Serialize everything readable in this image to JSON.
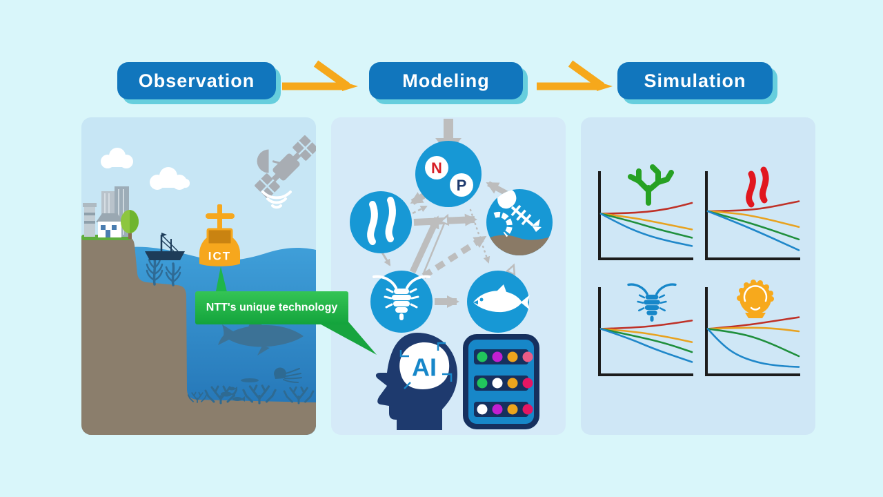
{
  "flow": {
    "steps": [
      {
        "label": "Observation"
      },
      {
        "label": "Modeling"
      },
      {
        "label": "Simulation"
      }
    ],
    "arrow_color": "#f6a81b",
    "step_fill": "#1176bd",
    "step_shadow": "#66cedd"
  },
  "observation": {
    "callout_text": "NTT's unique technology",
    "buoy_label": "ICT",
    "icons": [
      "satellite-icon",
      "wifi-waves-icon",
      "city-buildings-icon",
      "house-icon",
      "tree-icon",
      "factory-chimney-icon",
      "fishing-boat-icon",
      "ict-buoy-icon",
      "shark-icon",
      "jellyfish-icon",
      "fish-school-icon",
      "seaweed-icon",
      "seafloor-coral-icon",
      "cloud-icon"
    ]
  },
  "modeling": {
    "n_label": "N",
    "p_label": "P",
    "n_color": "#d61e26",
    "p_color": "#1e3a6e",
    "ai_label": "AI",
    "node_fill": "#1798d5",
    "link_color": "#bdbdbd",
    "nodes": [
      "nutrients",
      "phytoplankton",
      "detritus",
      "zooplankton",
      "fish"
    ],
    "icons": [
      "down-arrow-icon",
      "nutrients-node",
      "seaweed-icon",
      "fish-bones-icon",
      "copepod-icon",
      "fish-icon",
      "ai-brain-icon",
      "server-icon"
    ],
    "server_lights": [
      [
        "#21c55c",
        "#c21fd1",
        "#eda41d",
        "#ea5c86"
      ],
      [
        "#21c55c",
        "#ffffff",
        "#eda41d",
        "#e51663"
      ],
      [
        "#ffffff",
        "#c21fd1",
        "#eda41d",
        "#e51663"
      ]
    ]
  },
  "simulation": {
    "icons": [
      "green-coral-icon",
      "red-seaweed-icon",
      "copepod-icon",
      "shellfish-icon"
    ]
  },
  "chart_data": [
    {
      "id": "coral-scenarios",
      "type": "line",
      "icon": "green-coral-icon",
      "title": "",
      "axes_visible": true,
      "tick_labels": "none shown",
      "y_encoding": "normalized, 0 = top of plot, 1 = bottom",
      "series": [
        {
          "name": "red-line",
          "color": "#bf3127",
          "points": [
            [
              0,
              0.48
            ],
            [
              0.25,
              0.475
            ],
            [
              0.5,
              0.46
            ],
            [
              0.75,
              0.42
            ],
            [
              1,
              0.35
            ]
          ]
        },
        {
          "name": "yellow-line",
          "color": "#e8a21f",
          "points": [
            [
              0,
              0.48
            ],
            [
              0.3,
              0.52
            ],
            [
              0.6,
              0.58
            ],
            [
              1,
              0.67
            ]
          ]
        },
        {
          "name": "green-line",
          "color": "#1f8f3c",
          "points": [
            [
              0,
              0.48
            ],
            [
              0.3,
              0.56
            ],
            [
              0.6,
              0.66
            ],
            [
              1,
              0.77
            ]
          ]
        },
        {
          "name": "blue-line",
          "color": "#1f87c9",
          "points": [
            [
              0,
              0.48
            ],
            [
              0.2,
              0.6
            ],
            [
              0.45,
              0.72
            ],
            [
              0.7,
              0.8
            ],
            [
              1,
              0.87
            ]
          ]
        }
      ]
    },
    {
      "id": "red-seaweed-scenarios",
      "type": "line",
      "icon": "red-seaweed-icon",
      "title": "",
      "axes_visible": true,
      "tick_labels": "none shown",
      "y_encoding": "normalized, 0 = top of plot, 1 = bottom",
      "series": [
        {
          "name": "red-line",
          "color": "#bf3127",
          "points": [
            [
              0,
              0.45
            ],
            [
              0.3,
              0.445
            ],
            [
              0.6,
              0.42
            ],
            [
              1,
              0.33
            ]
          ]
        },
        {
          "name": "yellow-line",
          "color": "#e8a21f",
          "points": [
            [
              0,
              0.45
            ],
            [
              0.3,
              0.47
            ],
            [
              0.6,
              0.53
            ],
            [
              1,
              0.64
            ]
          ]
        },
        {
          "name": "green-line",
          "color": "#1f8f3c",
          "points": [
            [
              0,
              0.45
            ],
            [
              0.3,
              0.54
            ],
            [
              0.6,
              0.64
            ],
            [
              1,
              0.79
            ]
          ]
        },
        {
          "name": "blue-line",
          "color": "#1f87c9",
          "points": [
            [
              0,
              0.45
            ],
            [
              0.3,
              0.58
            ],
            [
              0.6,
              0.72
            ],
            [
              1,
              0.92
            ]
          ]
        }
      ]
    },
    {
      "id": "copepod-scenarios",
      "type": "line",
      "icon": "copepod-icon",
      "title": "",
      "axes_visible": true,
      "tick_labels": "none shown",
      "y_encoding": "normalized, 0 = top of plot, 1 = bottom",
      "series": [
        {
          "name": "red-line",
          "color": "#bf3127",
          "points": [
            [
              0,
              0.47
            ],
            [
              0.4,
              0.455
            ],
            [
              0.7,
              0.42
            ],
            [
              1,
              0.37
            ]
          ]
        },
        {
          "name": "yellow-line",
          "color": "#e8a21f",
          "points": [
            [
              0,
              0.47
            ],
            [
              0.35,
              0.5
            ],
            [
              0.7,
              0.56
            ],
            [
              1,
              0.63
            ]
          ]
        },
        {
          "name": "green-line",
          "color": "#1f8f3c",
          "points": [
            [
              0,
              0.47
            ],
            [
              0.35,
              0.55
            ],
            [
              0.7,
              0.64
            ],
            [
              1,
              0.75
            ]
          ]
        },
        {
          "name": "blue-line",
          "color": "#1f87c9",
          "points": [
            [
              0,
              0.47
            ],
            [
              0.3,
              0.58
            ],
            [
              0.6,
              0.72
            ],
            [
              1,
              0.87
            ]
          ]
        }
      ]
    },
    {
      "id": "shellfish-scenarios",
      "type": "line",
      "icon": "shellfish-icon",
      "title": "",
      "axes_visible": true,
      "tick_labels": "none shown",
      "y_encoding": "normalized, 0 = top of plot, 1 = bottom",
      "series": [
        {
          "name": "red-line",
          "color": "#bf3127",
          "points": [
            [
              0,
              0.47
            ],
            [
              0.4,
              0.43
            ],
            [
              0.7,
              0.38
            ],
            [
              1,
              0.33
            ]
          ]
        },
        {
          "name": "yellow-line",
          "color": "#e8a21f",
          "points": [
            [
              0,
              0.47
            ],
            [
              0.4,
              0.455
            ],
            [
              0.7,
              0.46
            ],
            [
              1,
              0.5
            ]
          ]
        },
        {
          "name": "green-line",
          "color": "#1f8f3c",
          "points": [
            [
              0,
              0.47
            ],
            [
              0.3,
              0.51
            ],
            [
              0.6,
              0.6
            ],
            [
              1,
              0.8
            ]
          ]
        },
        {
          "name": "blue-line",
          "color": "#1f87c9",
          "points": [
            [
              0,
              0.47
            ],
            [
              0.12,
              0.62
            ],
            [
              0.3,
              0.78
            ],
            [
              0.55,
              0.88
            ],
            [
              0.8,
              0.92
            ],
            [
              1,
              0.93
            ]
          ]
        }
      ]
    }
  ]
}
